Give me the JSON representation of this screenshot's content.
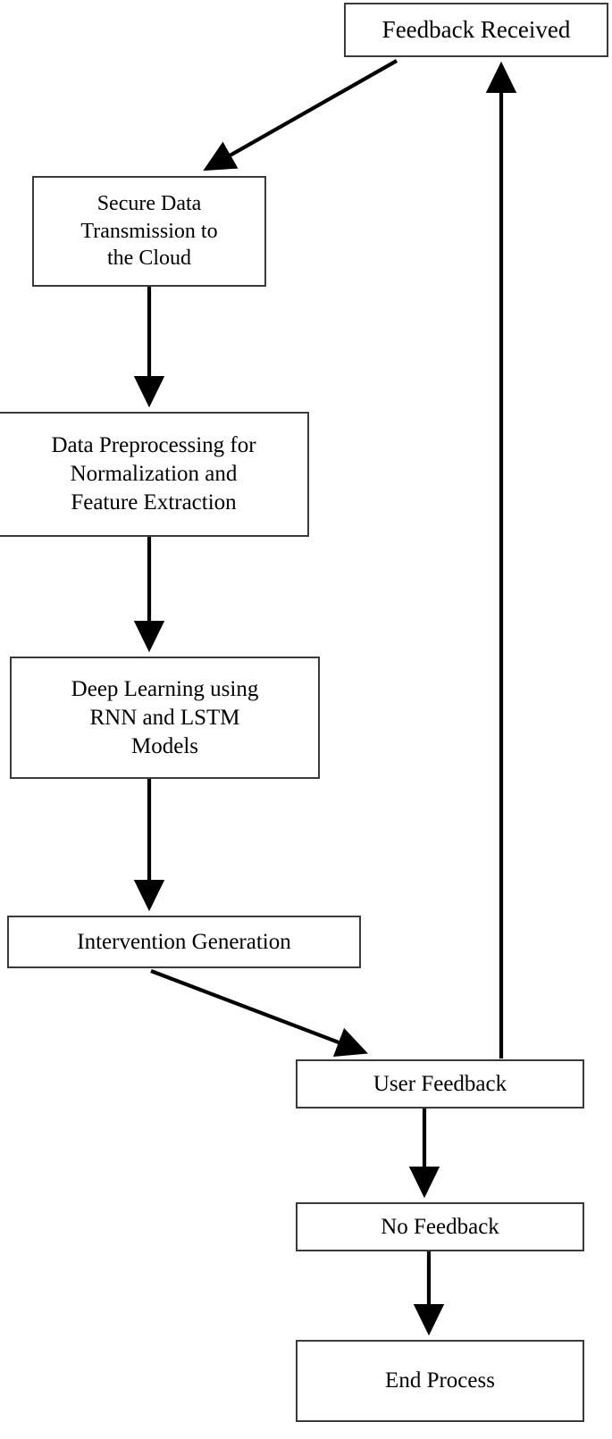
{
  "diagram": {
    "title": "Feedback loop process flowchart",
    "type": "flowchart",
    "colors": {
      "background": "#ffffff",
      "box_border": "#3a3a3a",
      "box_fill": "#ffffff",
      "text": "#000000",
      "arrow": "#000000"
    },
    "nodes": [
      {
        "id": "feedback-received",
        "label": "Feedback Received",
        "shape": "rectangle"
      },
      {
        "id": "secure-transmission",
        "label": "Secure Data\nTransmission to\nthe Cloud",
        "shape": "rectangle"
      },
      {
        "id": "data-preprocessing",
        "label": "Data Preprocessing for\nNormalization and\nFeature Extraction",
        "shape": "rectangle"
      },
      {
        "id": "deep-learning",
        "label": "Deep Learning using\nRNN and LSTM\nModels",
        "shape": "rectangle"
      },
      {
        "id": "intervention-generation",
        "label": "Intervention Generation",
        "shape": "rectangle"
      },
      {
        "id": "user-feedback",
        "label": "User Feedback",
        "shape": "rectangle"
      },
      {
        "id": "no-feedback",
        "label": "No Feedback",
        "shape": "rectangle"
      },
      {
        "id": "end-process",
        "label": "End Process",
        "shape": "rectangle"
      }
    ],
    "edges": [
      {
        "id": "e1",
        "from": "feedback-received",
        "to": "secure-transmission",
        "style": "diagonal-arrow",
        "label": ""
      },
      {
        "id": "e2",
        "from": "secure-transmission",
        "to": "data-preprocessing",
        "style": "vertical-arrow",
        "label": ""
      },
      {
        "id": "e3",
        "from": "data-preprocessing",
        "to": "deep-learning",
        "style": "vertical-arrow",
        "label": ""
      },
      {
        "id": "e4",
        "from": "deep-learning",
        "to": "intervention-generation",
        "style": "vertical-arrow",
        "label": ""
      },
      {
        "id": "e5",
        "from": "intervention-generation",
        "to": "user-feedback",
        "style": "diagonal-arrow",
        "label": ""
      },
      {
        "id": "e6",
        "from": "user-feedback",
        "to": "feedback-received",
        "style": "vertical-arrow-up",
        "label": ""
      },
      {
        "id": "e7",
        "from": "user-feedback",
        "to": "no-feedback",
        "style": "vertical-arrow",
        "label": ""
      },
      {
        "id": "e8",
        "from": "no-feedback",
        "to": "end-process",
        "style": "vertical-arrow",
        "label": ""
      }
    ]
  }
}
